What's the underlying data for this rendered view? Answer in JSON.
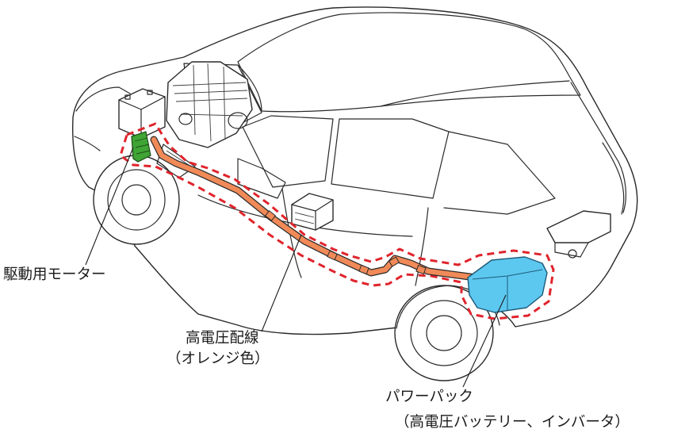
{
  "labels": {
    "motor": "駆動用モーター",
    "wiring_line1": "高電圧配線",
    "wiring_line2": "（オレンジ色）",
    "pack_line1": "パワーパック",
    "pack_line2": "（高電圧バッテリー、インバータ）"
  },
  "colors": {
    "cable": "#f08a58",
    "dashed_outline": "#e0242c",
    "battery": "#5cc8f0",
    "motor": "#3fa535",
    "line": "#2a2a2a"
  }
}
